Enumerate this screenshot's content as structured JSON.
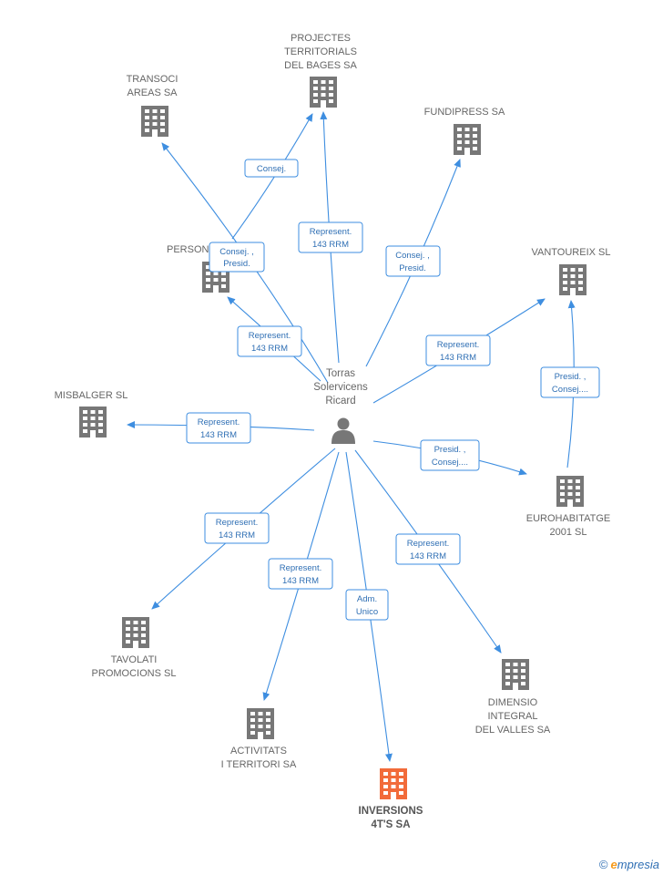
{
  "center_person": {
    "name_lines": [
      "Torras",
      "Solervicens",
      "Ricard"
    ],
    "icon": "person-icon"
  },
  "companies": [
    {
      "id": "projectes",
      "lines": [
        "PROJECTES",
        "TERRITORIALS",
        "DEL BAGES SA"
      ],
      "icon": "building-icon"
    },
    {
      "id": "transoci",
      "lines": [
        "TRANSOCI",
        "AREAS SA"
      ],
      "icon": "building-icon"
    },
    {
      "id": "fundipress",
      "lines": [
        "FUNDIPRESS SA"
      ],
      "icon": "building-icon"
    },
    {
      "id": "persone",
      "lines": [
        "PERSONE"
      ],
      "icon": "building-icon"
    },
    {
      "id": "vantoureix",
      "lines": [
        "VANTOUREIX SL"
      ],
      "icon": "building-icon"
    },
    {
      "id": "misbalger",
      "lines": [
        "MISBALGER SL"
      ],
      "icon": "building-icon"
    },
    {
      "id": "eurohabitatge",
      "lines": [
        "EUROHABITATGE",
        "2001 SL"
      ],
      "icon": "building-icon"
    },
    {
      "id": "tavolati",
      "lines": [
        "TAVOLATI",
        "PROMOCIONS SL"
      ],
      "icon": "building-icon"
    },
    {
      "id": "dimensio",
      "lines": [
        "DIMENSIO",
        "INTEGRAL",
        "DEL VALLES SA"
      ],
      "icon": "building-icon"
    },
    {
      "id": "activitats",
      "lines": [
        "ACTIVITATS",
        "I TERRITORI SA"
      ],
      "icon": "building-icon"
    },
    {
      "id": "inversions",
      "lines": [
        "INVERSIONS",
        "4T'S SA"
      ],
      "icon": "building-icon",
      "highlight": true
    }
  ],
  "relations": [
    {
      "id": "r-transoci",
      "target": "transoci",
      "lines": [
        "Consej. ,",
        "Presid."
      ]
    },
    {
      "id": "r-projectes-consej",
      "target": "projectes",
      "lines": [
        "Consej."
      ]
    },
    {
      "id": "r-projectes-rep",
      "target": "projectes",
      "lines": [
        "Represent.",
        "143 RRM"
      ]
    },
    {
      "id": "r-fundipress",
      "target": "fundipress",
      "lines": [
        "Consej. ,",
        "Presid."
      ]
    },
    {
      "id": "r-persone",
      "target": "persone",
      "lines": [
        "Represent.",
        "143 RRM"
      ]
    },
    {
      "id": "r-vantoureix",
      "target": "vantoureix",
      "lines": [
        "Represent.",
        "143 RRM"
      ]
    },
    {
      "id": "r-euro-vant",
      "target": "vantoureix",
      "lines": [
        "Presid. ,",
        "Consej...."
      ]
    },
    {
      "id": "r-misbalger",
      "target": "misbalger",
      "lines": [
        "Represent.",
        "143 RRM"
      ]
    },
    {
      "id": "r-eurohabitatge",
      "target": "eurohabitatge",
      "lines": [
        "Presid. ,",
        "Consej...."
      ]
    },
    {
      "id": "r-tavolati",
      "target": "tavolati",
      "lines": [
        "Represent.",
        "143 RRM"
      ]
    },
    {
      "id": "r-activitats",
      "target": "activitats",
      "lines": [
        "Represent.",
        "143 RRM"
      ]
    },
    {
      "id": "r-inversions",
      "target": "inversions",
      "lines": [
        "Adm.",
        "Unico"
      ]
    },
    {
      "id": "r-dimensio",
      "target": "dimensio",
      "lines": [
        "Represent.",
        "143 RRM"
      ]
    }
  ],
  "colors": {
    "edge": "#3e8ee0",
    "building": "#777777",
    "building_highlight": "#f26b3a",
    "person": "#777777",
    "label_box_text": "#2f6fb4"
  },
  "footer": {
    "copyright_symbol": "©",
    "brand_e": "e",
    "brand_rest": "mpresia"
  }
}
